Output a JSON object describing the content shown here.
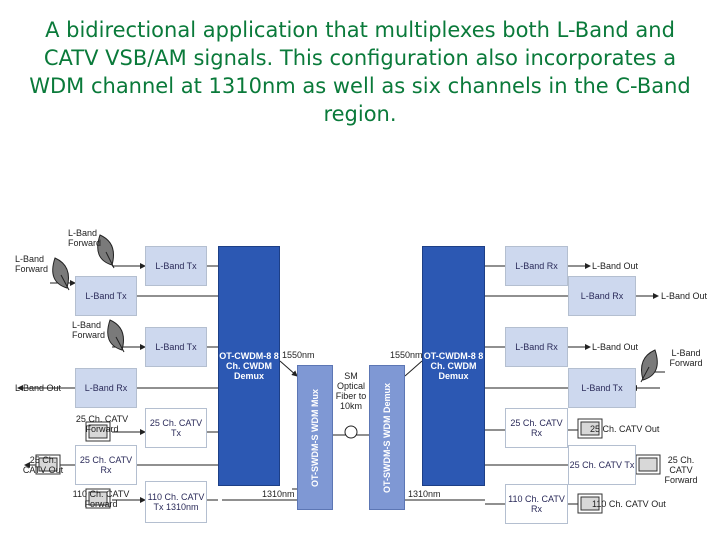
{
  "title": "A bidirectional application that multiplexes both L-Band and CATV VSB/AM signals. This configuration also incorporates a WDM channel at 1310nm as well as six channels in the C-Band region.",
  "left": {
    "lband_forward_top": "L-Band Forward",
    "lband_forward_side": "L-Band Forward",
    "lband_tx_1": "L-Band Tx",
    "lband_tx_2": "L-Band Tx",
    "lband_forward_mid": "L-Band Forward",
    "lband_tx_3": "L-Band Tx",
    "lband_out": "L-Band Out",
    "lband_rx": "L-Band Rx",
    "catv25_forward": "25 Ch. CATV Forward",
    "catv25_tx": "25 Ch. CATV Tx",
    "catv25_out": "25 Ch. CATV Out",
    "catv25_rx": "25 Ch. CATV Rx",
    "catv110_forward": "110 Ch. CATV Forward",
    "catv110_tx": "110 Ch. CATV Tx 1310nm"
  },
  "center": {
    "cwdm_left": "OT-CWDM-8 8 Ch. CWDM Demux",
    "cwdm_right": "OT-CWDM-8 8 Ch. CWDM Demux",
    "mux_left": "OT-SWDM-S WDM Mux",
    "mux_right": "OT-SWDM-S WDM Demux",
    "fiber": "SM Optical Fiber to 10km",
    "nm1550_left": "1550nm",
    "nm1550_right": "1550nm",
    "nm1310_left": "1310nm",
    "nm1310_right": "1310nm"
  },
  "right": {
    "lband_rx_1": "L-Band Rx",
    "lband_out_1": "L-Band Out",
    "lband_rx_2": "L-Band Rx",
    "lband_out_2": "L-Band Out",
    "lband_rx_3": "L-Band Rx",
    "lband_out_3": "L-Band Out",
    "lband_tx": "L-Band Tx",
    "lband_forward": "L-Band Forward",
    "catv25_rx": "25 Ch. CATV Rx",
    "catv25_out": "25 Ch. CATV Out",
    "catv25_tx": "25 Ch. CATV Tx",
    "catv25_forward": "25 Ch. CATV Forward",
    "catv110_rx": "110 Ch. CATV Rx",
    "catv110_out": "110 Ch. CATV Out"
  },
  "colors": {
    "title": "#0a7a3a",
    "demux": "#2c58b3",
    "mux": "#7f98d4",
    "box": "#cdd8ee"
  }
}
